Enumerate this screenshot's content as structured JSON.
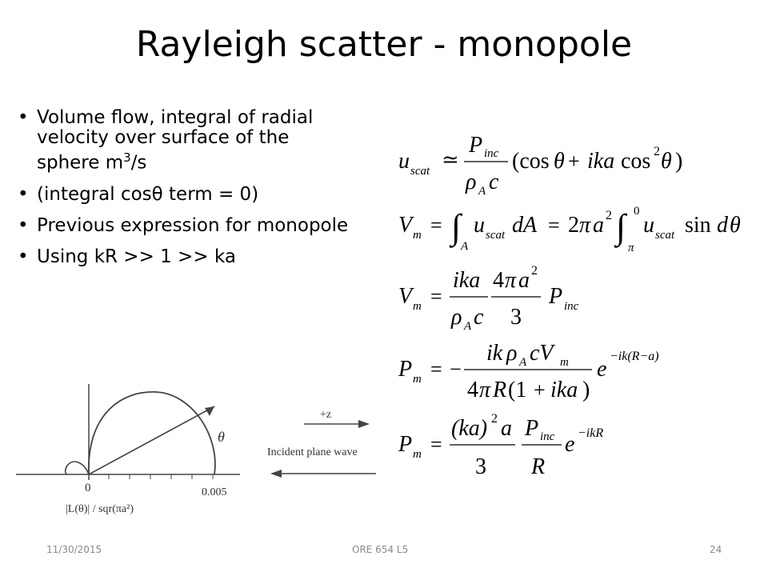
{
  "slide": {
    "title": "Rayleigh scatter - monopole",
    "bullet_glyph": "•",
    "bullets": [
      {
        "text": "Volume flow, integral of radial velocity over surface of the sphere m",
        "sup": "3",
        "tail": "/s"
      },
      {
        "text": "(integral cosθ term = 0)"
      },
      {
        "text": "Previous expression for monopole"
      },
      {
        "text": "Using kR >> 1 >> ka"
      }
    ],
    "footer": {
      "date": "11/30/2015",
      "course": "ORE 654 L5",
      "page": "24"
    }
  },
  "equations": {
    "u": {
      "lhs": "u",
      "lhs_sub": "scat",
      "rel": "≃",
      "num": "P",
      "num_sub": "inc",
      "den": "ρ",
      "den_sub": "A",
      "den_c": "c",
      "tail1": "(cos",
      "theta": "θ",
      "plus": "+",
      "ika": "ika",
      "cos2": "cos",
      "sq": "2",
      "tail2": ")"
    },
    "v": {
      "V": "V",
      "m": "m",
      "eq": "=",
      "int": "∫",
      "A": "A",
      "u": "u",
      "scat": "scat",
      "dA": "dA",
      "eq2": "=",
      "twopi": "2",
      "pi": "π",
      "a": "a",
      "sq": "2",
      "zero": "0",
      "pisub": "π",
      "sin": "sin",
      "dtheta": "d"
    },
    "v2": {
      "V": "V",
      "m": "m",
      "eq": "=",
      "ika": "ika",
      "rho": "ρ",
      "A": "A",
      "c": "c",
      "four": "4",
      "pi": "π",
      "a": "a",
      "sq": "2",
      "three": "3",
      "P": "P",
      "inc": "inc"
    },
    "p1": {
      "P": "P",
      "m": "m",
      "eq": "=",
      "minus": "−",
      "ik": "ik",
      "rho": "ρ",
      "A": "A",
      "cV": "cV",
      "m2": "m",
      "den": "4",
      "pi": "π",
      "R": "R",
      "paren": "(1",
      "plus": "+",
      "ika": "ika",
      "close": ")",
      "e": "e",
      "exp": "−ik(R−a)"
    },
    "p2": {
      "P": "P",
      "m": "m",
      "eq": "=",
      "ka": "(ka)",
      "sq": "2",
      "a": "a",
      "three": "3",
      "Pn": "P",
      "inc": "inc",
      "R": "R",
      "e": "e",
      "exp": "−ikR"
    }
  },
  "figure": {
    "origin": "0",
    "tick": "0.005",
    "theta": "θ",
    "axis_label": "|L(θ)| / sqr(πa²)",
    "z_label": "+z",
    "wave_label": "Incident plane wave"
  }
}
